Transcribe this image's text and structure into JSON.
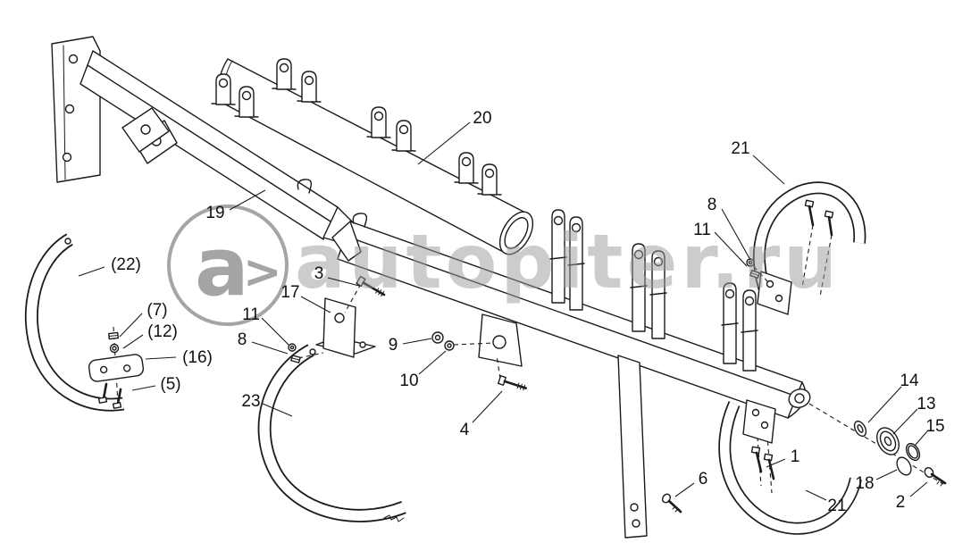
{
  "page": {
    "background": "#ffffff",
    "line_color": "#1b1b1b"
  },
  "watermark": {
    "logo_text": "a",
    "logo_arrow": ">",
    "text": "autopiter.ru",
    "color": "#9a9a9a"
  },
  "callouts": [
    {
      "label": "20"
    },
    {
      "label": "21"
    },
    {
      "label": "8"
    },
    {
      "label": "11"
    },
    {
      "label": "19"
    },
    {
      "label": "(22)"
    },
    {
      "label": "(7)"
    },
    {
      "label": "(12)"
    },
    {
      "label": "(16)"
    },
    {
      "label": "(5)"
    },
    {
      "label": "3"
    },
    {
      "label": "17"
    },
    {
      "label": "11"
    },
    {
      "label": "8"
    },
    {
      "label": "9"
    },
    {
      "label": "10"
    },
    {
      "label": "23"
    },
    {
      "label": "4"
    },
    {
      "label": "6"
    },
    {
      "label": "1"
    },
    {
      "label": "21"
    },
    {
      "label": "14"
    },
    {
      "label": "13"
    },
    {
      "label": "15"
    },
    {
      "label": "18"
    },
    {
      "label": "2"
    }
  ]
}
